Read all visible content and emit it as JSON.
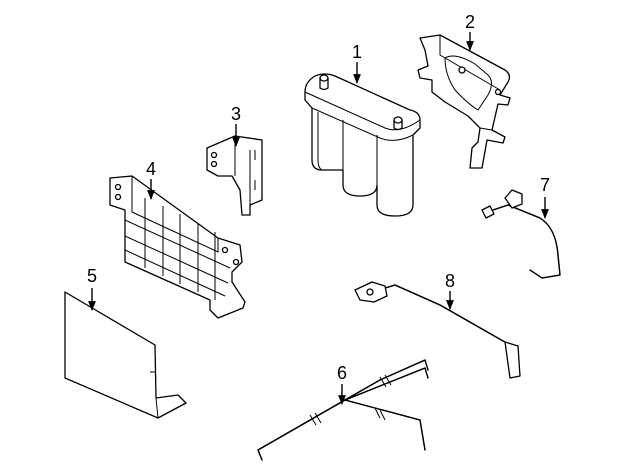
{
  "callouts": {
    "p1": "1",
    "p2": "2",
    "p3": "3",
    "p4": "4",
    "p5": "5",
    "p6": "6",
    "p7": "7",
    "p8": "8"
  },
  "colors": {
    "line": "#000000",
    "background": "#ffffff"
  }
}
